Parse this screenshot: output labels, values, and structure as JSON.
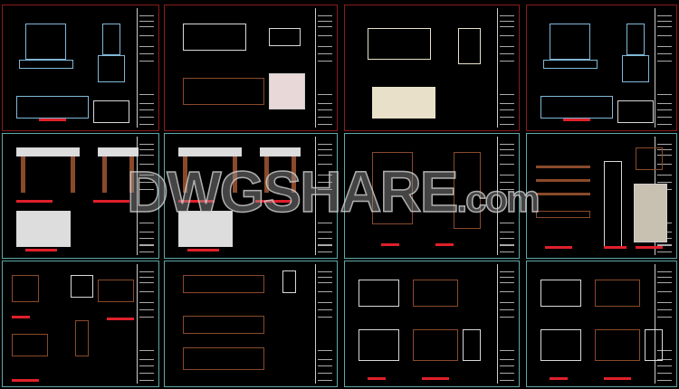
{
  "watermark": {
    "main": "DWGSHARE",
    "suffix": ".com"
  },
  "colors": {
    "background": "#000000",
    "row1_border": "#8a1c1c",
    "row23_border": "#5fa8a8",
    "label_red": "#e0202a",
    "line_white": "#d8d8d8",
    "furniture_brown": "#8a4a2a",
    "furniture_cream": "#e8e0c8"
  },
  "sheets": [
    {
      "kind": "vanity-mirror"
    },
    {
      "kind": "desk-photo"
    },
    {
      "kind": "console-carved"
    },
    {
      "kind": "vanity-mirror"
    },
    {
      "kind": "desk-legs"
    },
    {
      "kind": "desk-legs"
    },
    {
      "kind": "desk-x"
    },
    {
      "kind": "shelves-photo"
    },
    {
      "kind": "stool-x"
    },
    {
      "kind": "sideboard"
    },
    {
      "kind": "cabinet"
    },
    {
      "kind": "cabinet"
    }
  ]
}
